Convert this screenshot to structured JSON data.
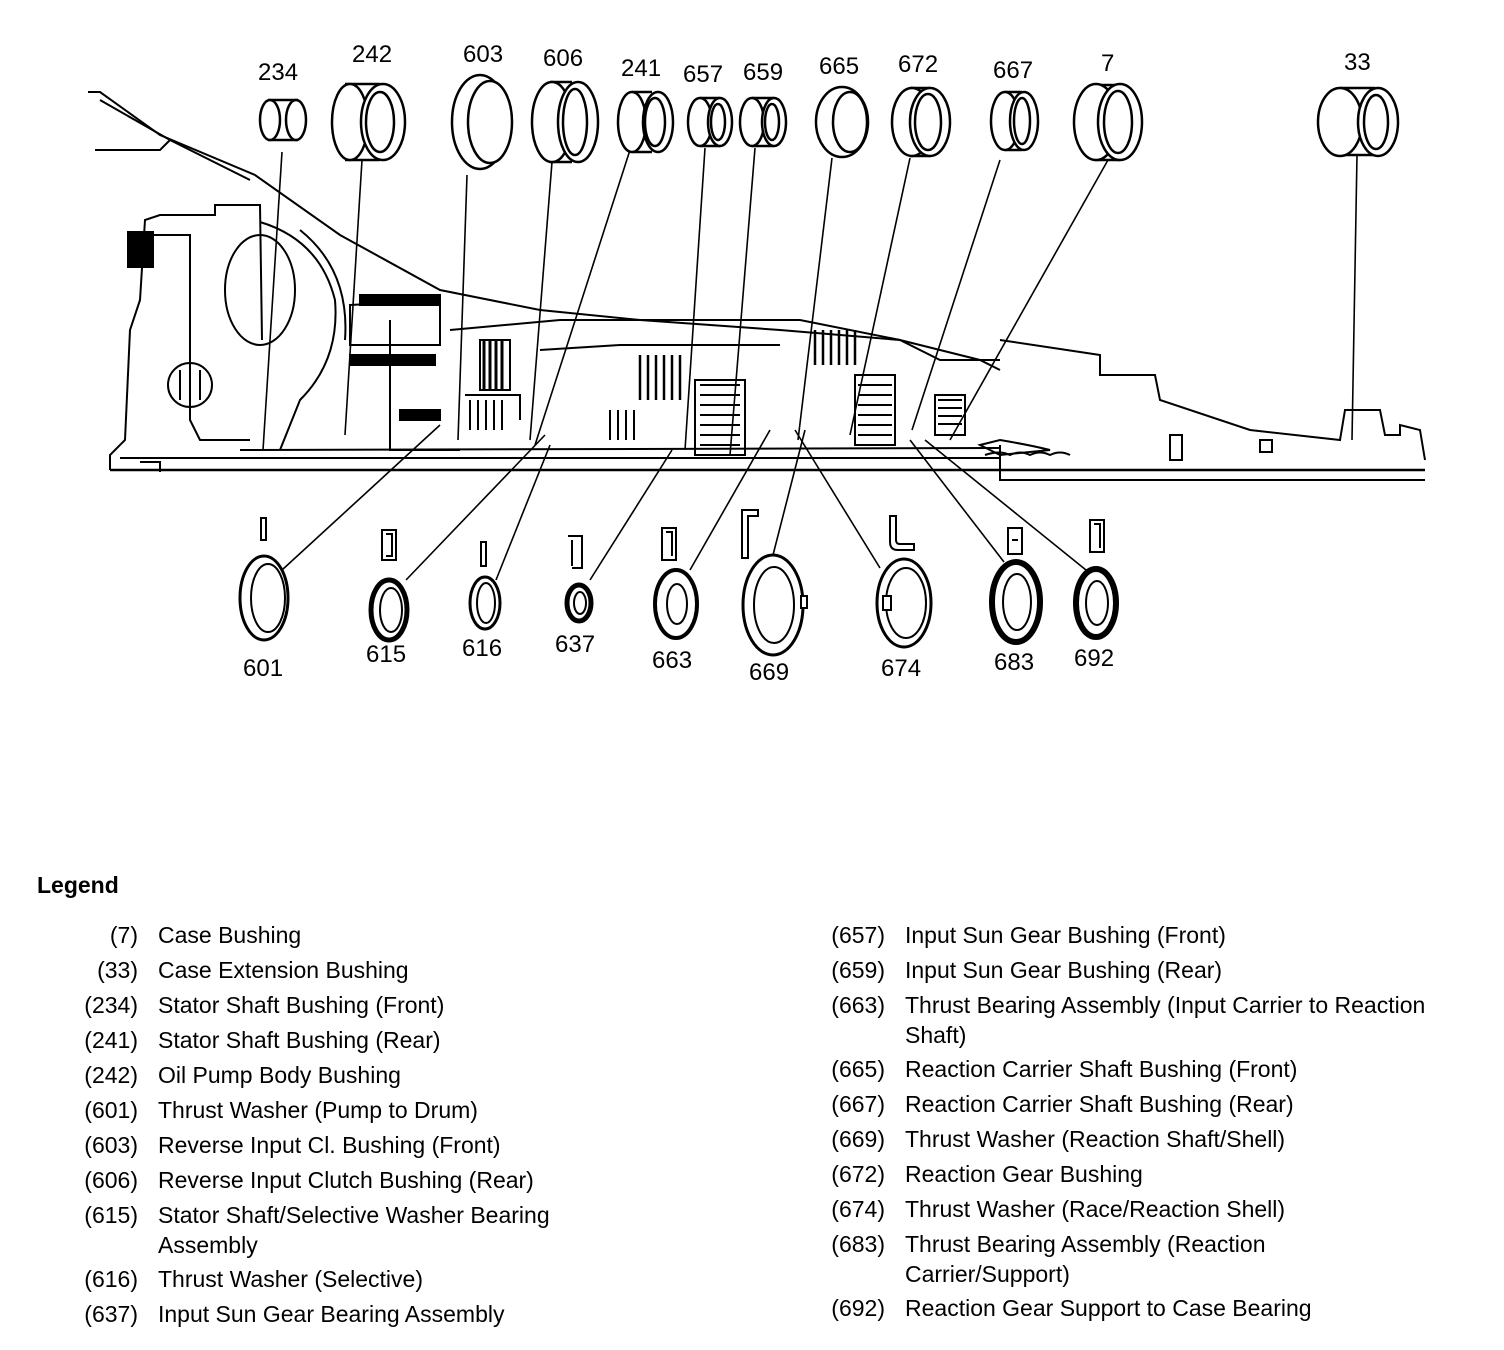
{
  "diagram": {
    "title": "Transmission Bushing and Thrust Washer Locations",
    "top_callouts": [
      "234",
      "242",
      "603",
      "606",
      "241",
      "657",
      "659",
      "665",
      "672",
      "667",
      "7",
      "33"
    ],
    "bottom_callouts": [
      "601",
      "615",
      "616",
      "637",
      "663",
      "669",
      "674",
      "683",
      "692"
    ]
  },
  "legend": {
    "title": "Legend",
    "left": [
      {
        "num": "(7)",
        "desc": "Case Bushing"
      },
      {
        "num": "(33)",
        "desc": "Case Extension Bushing"
      },
      {
        "num": "(234)",
        "desc": "Stator Shaft Bushing (Front)"
      },
      {
        "num": "(241)",
        "desc": "Stator Shaft Bushing (Rear)"
      },
      {
        "num": "(242)",
        "desc": "Oil Pump Body Bushing"
      },
      {
        "num": "(601)",
        "desc": "Thrust Washer (Pump to Drum)"
      },
      {
        "num": "(603)",
        "desc": "Reverse Input Cl. Bushing (Front)"
      },
      {
        "num": "(606)",
        "desc": "Reverse Input Clutch Bushing (Rear)"
      },
      {
        "num": "(615)",
        "desc": "Stator Shaft/Selective Washer Bearing Assembly"
      },
      {
        "num": "(616)",
        "desc": "Thrust Washer (Selective)"
      },
      {
        "num": "(637)",
        "desc": "Input Sun Gear Bearing Assembly"
      }
    ],
    "right": [
      {
        "num": "(657)",
        "desc": "Input Sun Gear Bushing (Front)"
      },
      {
        "num": "(659)",
        "desc": "Input Sun Gear Bushing (Rear)"
      },
      {
        "num": "(663)",
        "desc": "Thrust Bearing Assembly (Input Carrier to Reaction Shaft)"
      },
      {
        "num": "(665)",
        "desc": "Reaction Carrier Shaft Bushing (Front)"
      },
      {
        "num": "(667)",
        "desc": "Reaction Carrier Shaft Bushing (Rear)"
      },
      {
        "num": "(669)",
        "desc": "Thrust Washer (Reaction Shaft/Shell)"
      },
      {
        "num": "(672)",
        "desc": "Reaction Gear Bushing"
      },
      {
        "num": "(674)",
        "desc": "Thrust Washer (Race/Reaction Shell)"
      },
      {
        "num": "(683)",
        "desc": "Thrust Bearing Assembly (Reaction Carrier/Support)"
      },
      {
        "num": "(692)",
        "desc": "Reaction Gear Support to Case Bearing"
      }
    ]
  }
}
